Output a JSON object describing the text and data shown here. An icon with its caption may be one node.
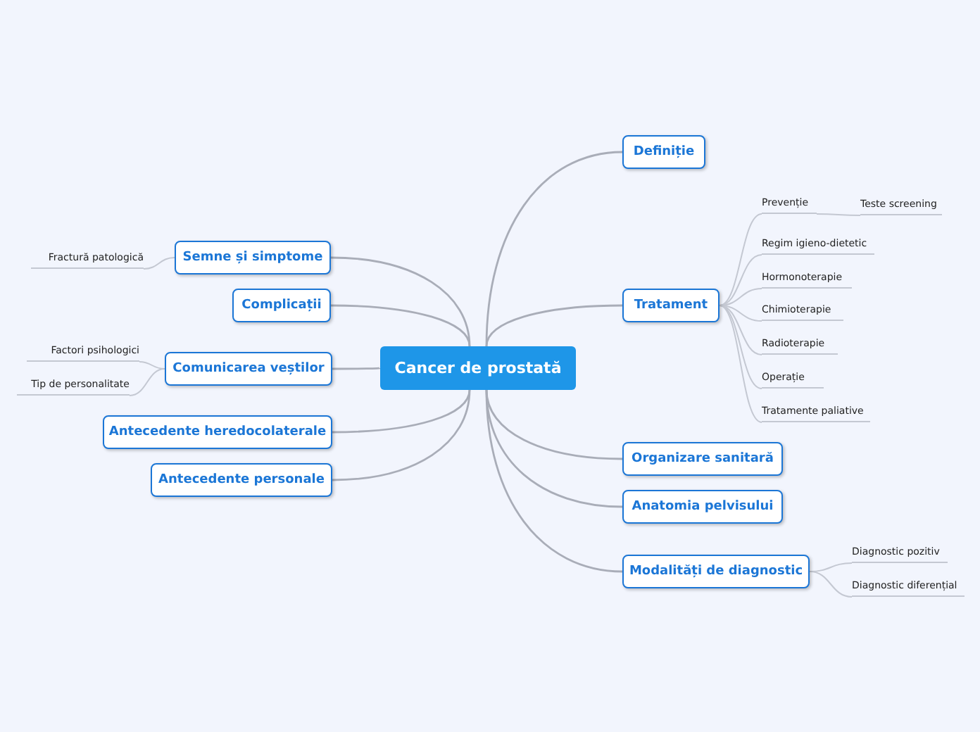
{
  "diagram": {
    "nodes": [
      {
        "text": [
          "Cancer de prostată"
        ]
      },
      {
        "text": [
          "Definiție"
        ]
      },
      {
        "text": [
          "Tratament"
        ]
      },
      {
        "text": [
          "Prevenție"
        ]
      },
      {
        "text": [
          "Teste screening"
        ]
      },
      {
        "text": [
          "Regim igieno-dietetic"
        ]
      },
      {
        "text": [
          "Hormonoterapie"
        ]
      },
      {
        "text": [
          "Chimioterapie"
        ]
      },
      {
        "text": [
          "Radioterapie"
        ]
      },
      {
        "text": [
          "Operație"
        ]
      },
      {
        "text": [
          "Tratamente paliative"
        ]
      },
      {
        "text": [
          "Organizare sanitară"
        ]
      },
      {
        "text": [
          "Anatomia pelvisului"
        ]
      },
      {
        "text": [
          "Modalități de diagnostic"
        ]
      },
      {
        "text": [
          "Diagnostic pozitiv"
        ]
      },
      {
        "text": [
          "Diagnostic diferențial"
        ]
      },
      {
        "text": [
          "Semne și simptome"
        ]
      },
      {
        "text": [
          "Fractură patologică"
        ]
      },
      {
        "text": [
          "Complicații"
        ]
      },
      {
        "text": [
          "Comunicarea veștilor"
        ]
      },
      {
        "text": [
          "Factori psihologici"
        ]
      },
      {
        "text": [
          "Tip de personalitate"
        ]
      },
      {
        "text": [
          "Antecedente heredocolaterale"
        ]
      },
      {
        "text": [
          "Antecedente personale"
        ]
      }
    ],
    "edges": [
      {
        "from": 0,
        "to": 1,
        "arrow": "none"
      },
      {
        "from": 0,
        "to": 2,
        "arrow": "none"
      },
      {
        "from": 2,
        "to": 3,
        "arrow": "none"
      },
      {
        "from": 3,
        "to": 4,
        "arrow": "none"
      },
      {
        "from": 2,
        "to": 5,
        "arrow": "none"
      },
      {
        "from": 2,
        "to": 6,
        "arrow": "none"
      },
      {
        "from": 2,
        "to": 7,
        "arrow": "none"
      },
      {
        "from": 2,
        "to": 8,
        "arrow": "none"
      },
      {
        "from": 2,
        "to": 9,
        "arrow": "none"
      },
      {
        "from": 2,
        "to": 10,
        "arrow": "none"
      },
      {
        "from": 0,
        "to": 11,
        "arrow": "none"
      },
      {
        "from": 0,
        "to": 12,
        "arrow": "none"
      },
      {
        "from": 0,
        "to": 13,
        "arrow": "none"
      },
      {
        "from": 13,
        "to": 14,
        "arrow": "none"
      },
      {
        "from": 13,
        "to": 15,
        "arrow": "none"
      },
      {
        "from": 0,
        "to": 16,
        "arrow": "none"
      },
      {
        "from": 16,
        "to": 17,
        "arrow": "none"
      },
      {
        "from": 0,
        "to": 18,
        "arrow": "none"
      },
      {
        "from": 0,
        "to": 19,
        "arrow": "none"
      },
      {
        "from": 19,
        "to": 20,
        "arrow": "none"
      },
      {
        "from": 19,
        "to": 21,
        "arrow": "none"
      },
      {
        "from": 0,
        "to": 22,
        "arrow": "none"
      },
      {
        "from": 0,
        "to": 23,
        "arrow": "none"
      }
    ]
  }
}
